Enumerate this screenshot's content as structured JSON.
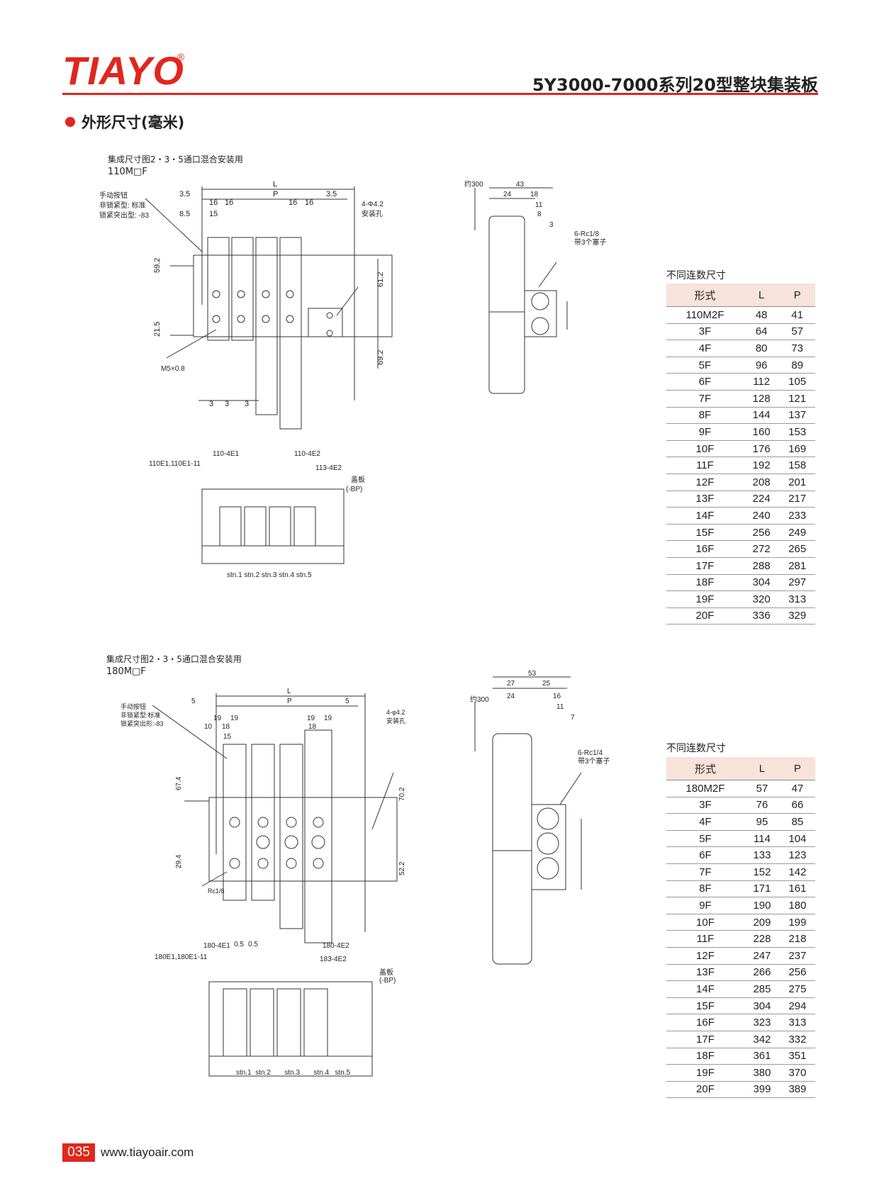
{
  "header": {
    "brand": "TIAYO",
    "reg_mark": "®",
    "title": "5Y3000-7000系列20型整块集装板"
  },
  "section": {
    "title": "外形尺寸(毫米)"
  },
  "drawing_110": {
    "caption_line1": "集成尺寸图2・3・5通口混合安装用",
    "caption_line2": "110M□F",
    "labels": {
      "manual": "手动按钮",
      "nonlock": "非锁紧型: 标准",
      "lock": "锁紧突出型: -83",
      "holes": "4-Φ4.2",
      "holes2": "安装孔",
      "thread": "M5×0.8",
      "port": "6-Rc1/8",
      "plug": "带3个塞子",
      "wire": "约300",
      "e1": "110-4E1",
      "e1b": "110E1,110E1-11",
      "e2": "110-4E2",
      "e3": "113-4E2",
      "cover": "盖板",
      "cover2": "(-BP)",
      "stations": "stn.1  stn.2  stn.3  stn.4  stn.5"
    }
  },
  "drawing_180": {
    "caption_line1": "集成尺寸图2・3・5通口混合安装用",
    "caption_line2": "180M□F",
    "labels": {
      "manual": "手动按钮",
      "nonlock": "非锁紧型:标准",
      "lock": "锁紧突出形:-83",
      "holes": "4-φ4.2",
      "holes2": "安装孔",
      "thread": "Rc1/8",
      "port": "6-Rc1/4",
      "plug": "带3个塞子",
      "wire": "约300",
      "e1": "180-4E1",
      "e1b": "180E1,180E1-11",
      "e2": "180-4E2",
      "e3": "183-4E2",
      "cover": "盖板",
      "cover2": "(-BP)",
      "stations": "stn.1  stn.2       stn.3       stn.4   stn.5"
    }
  },
  "table_110": {
    "title": "不同连数尺寸",
    "headers": [
      "形式",
      "L",
      "P"
    ],
    "rows": [
      [
        "110M2F",
        "48",
        "41"
      ],
      [
        "3F",
        "64",
        "57"
      ],
      [
        "4F",
        "80",
        "73"
      ],
      [
        "5F",
        "96",
        "89"
      ],
      [
        "6F",
        "112",
        "105"
      ],
      [
        "7F",
        "128",
        "121"
      ],
      [
        "8F",
        "144",
        "137"
      ],
      [
        "9F",
        "160",
        "153"
      ],
      [
        "10F",
        "176",
        "169"
      ],
      [
        "11F",
        "192",
        "158"
      ],
      [
        "12F",
        "208",
        "201"
      ],
      [
        "13F",
        "224",
        "217"
      ],
      [
        "14F",
        "240",
        "233"
      ],
      [
        "15F",
        "256",
        "249"
      ],
      [
        "16F",
        "272",
        "265"
      ],
      [
        "17F",
        "288",
        "281"
      ],
      [
        "18F",
        "304",
        "297"
      ],
      [
        "19F",
        "320",
        "313"
      ],
      [
        "20F",
        "336",
        "329"
      ]
    ]
  },
  "table_180": {
    "title": "不同连数尺寸",
    "headers": [
      "形式",
      "L",
      "P"
    ],
    "rows": [
      [
        "180M2F",
        "57",
        "47"
      ],
      [
        "3F",
        "76",
        "66"
      ],
      [
        "4F",
        "95",
        "85"
      ],
      [
        "5F",
        "114",
        "104"
      ],
      [
        "6F",
        "133",
        "123"
      ],
      [
        "7F",
        "152",
        "142"
      ],
      [
        "8F",
        "171",
        "161"
      ],
      [
        "9F",
        "190",
        "180"
      ],
      [
        "10F",
        "209",
        "199"
      ],
      [
        "11F",
        "228",
        "218"
      ],
      [
        "12F",
        "247",
        "237"
      ],
      [
        "13F",
        "266",
        "256"
      ],
      [
        "14F",
        "285",
        "275"
      ],
      [
        "15F",
        "304",
        "294"
      ],
      [
        "16F",
        "323",
        "313"
      ],
      [
        "17F",
        "342",
        "332"
      ],
      [
        "18F",
        "361",
        "351"
      ],
      [
        "19F",
        "380",
        "370"
      ],
      [
        "20F",
        "399",
        "389"
      ]
    ]
  },
  "footer": {
    "page": "035",
    "url": "www.tiayoair.com"
  },
  "colors": {
    "accent": "#e1261c",
    "table_header": "#f7e3d9"
  }
}
